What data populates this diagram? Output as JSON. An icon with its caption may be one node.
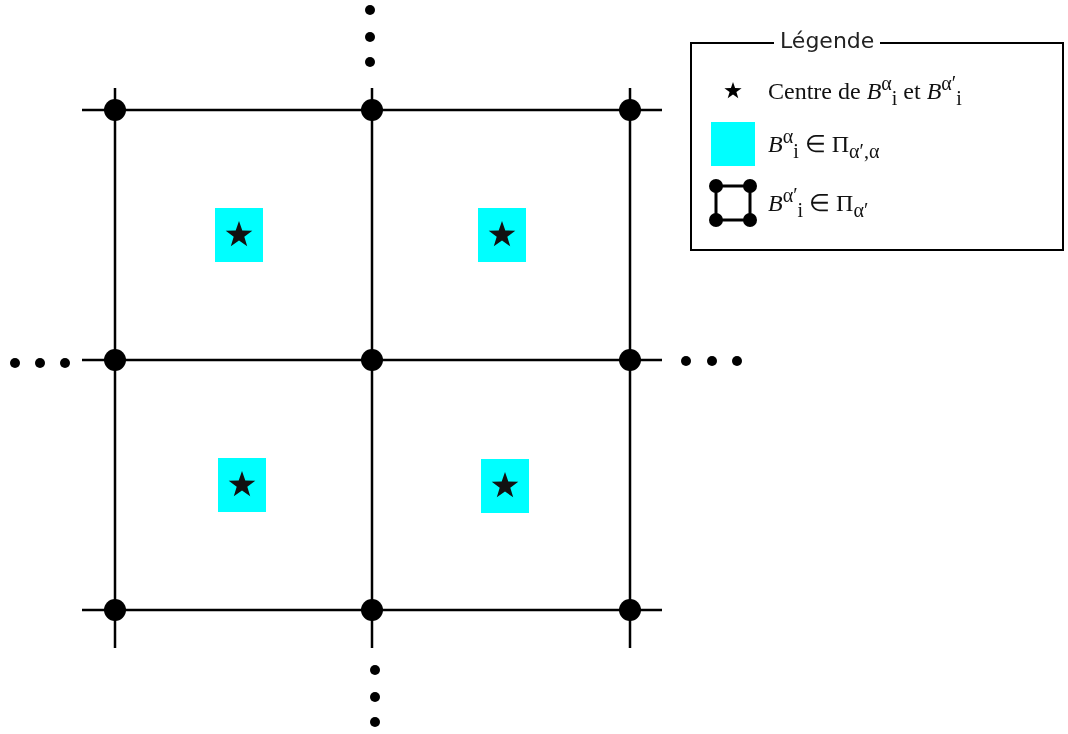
{
  "diagram": {
    "labels": [
      "Légende"
    ],
    "legend": [
      {
        "text": "Centre de *B*$^{α}$$_{i}$ et *B*$^{α′}$$_{i}$"
      },
      {
        "text": "*B*$^{α}$$_{i}$ ∈ Π$_{α′,α}$",
        "color": "#00ffff"
      },
      {
        "text": "*B*$^{α′}$$_{i}$ ∈ Π$_{α′}$"
      }
    ]
  }
}
